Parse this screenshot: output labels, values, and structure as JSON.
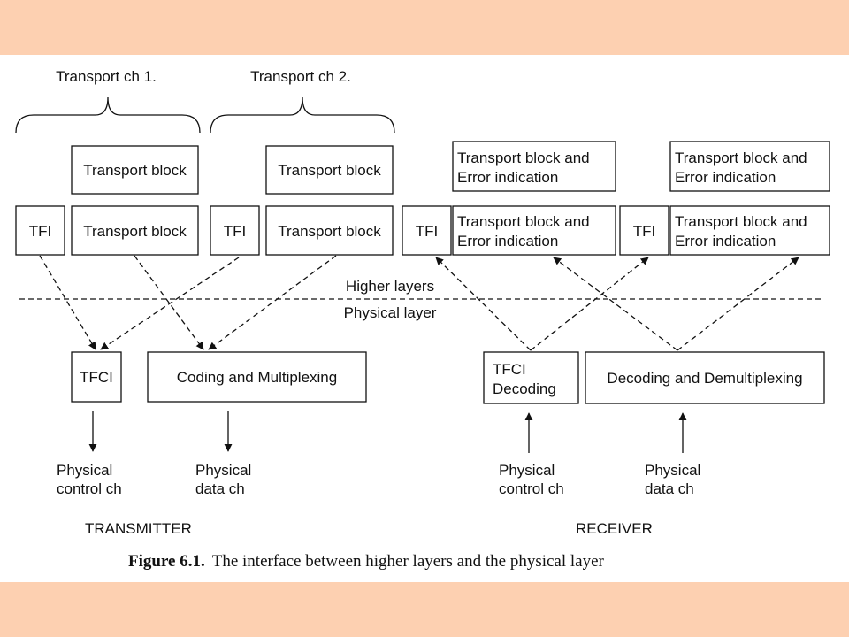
{
  "colors": {
    "band": "#fdd0b1",
    "ink": "#111111",
    "page": "#ffffff"
  },
  "transmitter": {
    "section_label": "TRANSMITTER",
    "channels": [
      {
        "label": "Transport ch 1.",
        "upper_block": "Transport block",
        "tfi": "TFI",
        "lower_block": "Transport block"
      },
      {
        "label": "Transport ch 2.",
        "upper_block": "Transport block",
        "tfi": "TFI",
        "lower_block": "Transport block"
      }
    ],
    "tfci_box": "TFCI",
    "coding_box": "Coding and Multiplexing",
    "outputs": [
      {
        "line1": "Physical",
        "line2": "control ch"
      },
      {
        "line1": "Physical",
        "line2": "data ch"
      }
    ]
  },
  "receiver": {
    "section_label": "RECEIVER",
    "upper_blocks": [
      {
        "line1": "Transport block and",
        "line2": "Error indication"
      },
      {
        "line1": "Transport block and",
        "line2": "Error indication"
      }
    ],
    "lower_rows": [
      {
        "tfi": "TFI",
        "line1": "Transport block and",
        "line2": "Error indication"
      },
      {
        "tfi": "TFI",
        "line1": "Transport block and",
        "line2": "Error indication"
      }
    ],
    "tfci_box": {
      "line1": "TFCI",
      "line2": "Decoding"
    },
    "decoding_box": "Decoding and Demultiplexing",
    "inputs": [
      {
        "line1": "Physical",
        "line2": "control ch"
      },
      {
        "line1": "Physical",
        "line2": "data ch"
      }
    ]
  },
  "layer_labels": {
    "upper": "Higher layers",
    "lower": "Physical layer"
  },
  "caption": {
    "figure": "Figure 6.1.",
    "text": "The interface between higher layers and the physical layer"
  }
}
